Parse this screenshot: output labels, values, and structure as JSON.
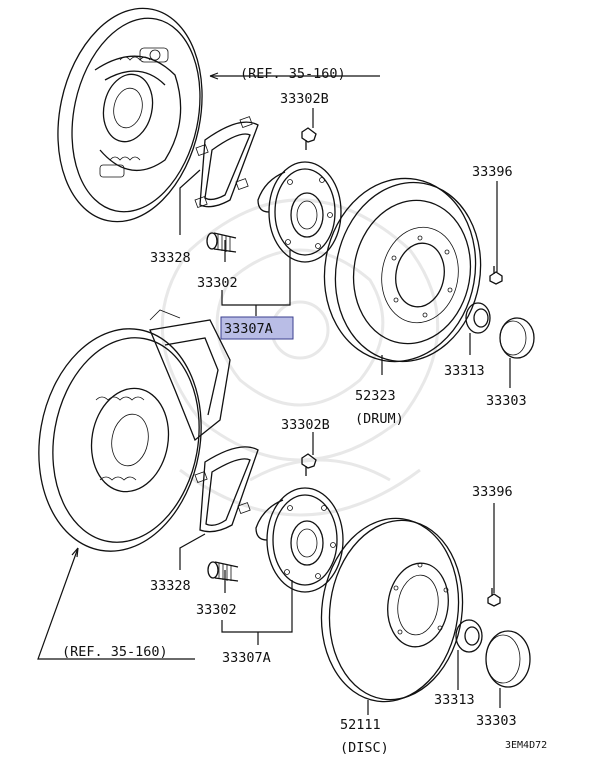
{
  "diagram": {
    "labels": {
      "ref_top": "(REF. 35-160)",
      "ref_bottom": "(REF. 35-160)",
      "bolt_top": "33302B",
      "bolt_bottom": "33302B",
      "shield_top": "33328",
      "shield_bottom": "33328",
      "stud_top": "33302",
      "stud_bottom": "33302",
      "hub_top": "33307A",
      "hub_bottom": "33307A",
      "screw_top": "33396",
      "screw_bottom": "33396",
      "nut_top": "33313",
      "nut_bottom": "33313",
      "cap_top": "33303",
      "cap_bottom": "33303",
      "drum_no": "52323",
      "drum_name": "(DRUM)",
      "disc_no": "52111",
      "disc_name": "(DISC)",
      "figure_code": "3EM4D72"
    },
    "highlighted_part": "33307A",
    "highlight_color": "#b9bde6"
  }
}
